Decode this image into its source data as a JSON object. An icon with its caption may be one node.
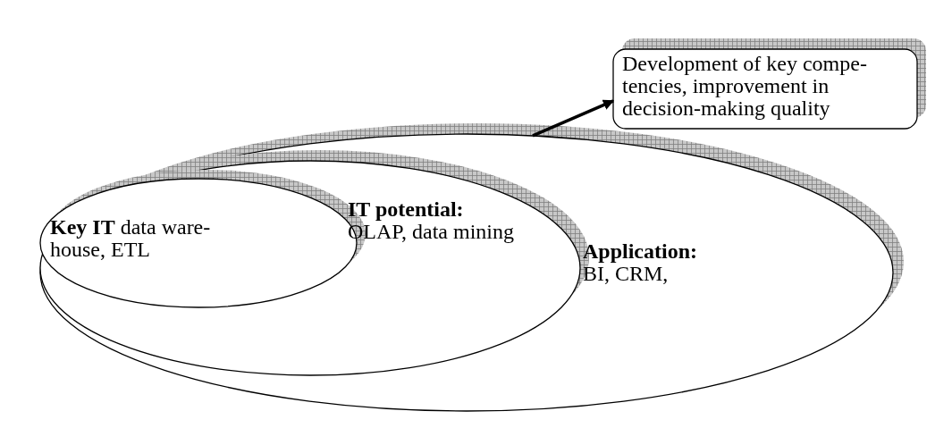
{
  "diagram": {
    "nodes": [
      {
        "text": [
          "Application:",
          "BI, CRM,"
        ]
      },
      {
        "text": [
          "IT potential:",
          "OLAP, data mining"
        ],
        "in": 0
      },
      {
        "text": [
          "**Key IT**  data ware- house, ETL"
        ],
        "in": 1
      },
      {
        "text": [
          "Development of key compe- tencies, improvement in decision-making quality"
        ]
      }
    ],
    "edges": [
      {
        "from": 0,
        "to": 3,
        "arrow": "to"
      }
    ]
  }
}
